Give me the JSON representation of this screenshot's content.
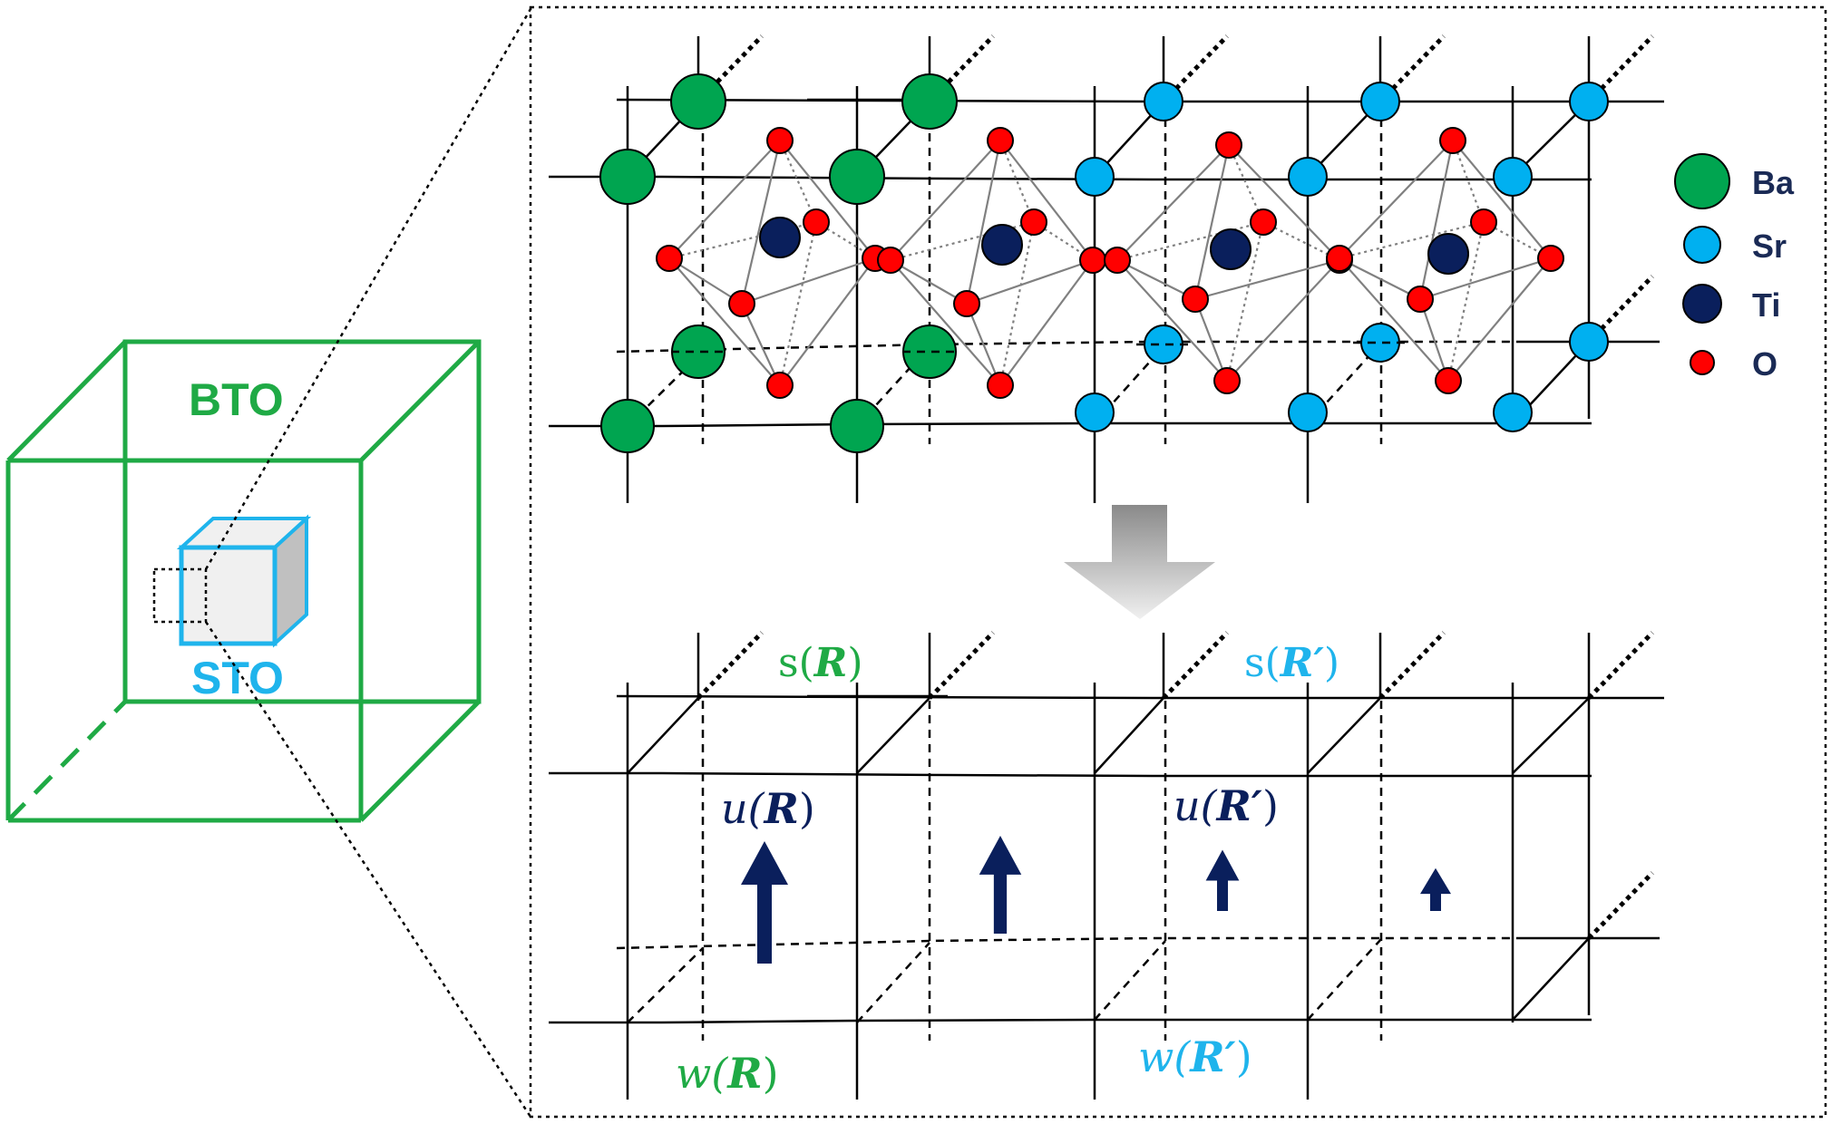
{
  "colors": {
    "ba": "#00a550",
    "sr": "#00b0f0",
    "ti": "#0a1f5c",
    "o": "#ff0000",
    "bto": "#1faa45",
    "sto": "#1fb4ec",
    "arrow": "#0a1f5c",
    "line": "#000000",
    "octa": "#808080"
  },
  "left_panel": {
    "bto_label": "BTO",
    "sto_label": "STO"
  },
  "legend": [
    {
      "symbol": "Ba",
      "label": "Ba",
      "color": "#00a550"
    },
    {
      "symbol": "Sr",
      "label": "Sr",
      "color": "#00b0f0"
    },
    {
      "symbol": "Ti",
      "label": "Ti",
      "color": "#0a1f5c"
    },
    {
      "symbol": "O",
      "label": "O",
      "color": "#ff0000"
    }
  ],
  "lower_labels": {
    "s_R": {
      "prefix": "s(",
      "var": "R",
      "suffix": ")"
    },
    "s_Rp": {
      "prefix": "s(",
      "var": "R′",
      "suffix": ")"
    },
    "u_R": {
      "prefix": "u(",
      "var": "R",
      "suffix": ")"
    },
    "u_Rp": {
      "prefix": "u(",
      "var": "R′",
      "suffix": ")"
    },
    "w_R": {
      "prefix": "w(",
      "var": "R",
      "suffix": ")"
    },
    "w_Rp": {
      "prefix": "w(",
      "var": "R′",
      "suffix": ")"
    }
  },
  "polarization_arrows": [
    {
      "cell": "R",
      "relative_length": 1.0
    },
    {
      "cell": "BTO-2",
      "relative_length": 0.8
    },
    {
      "cell": "R′",
      "relative_length": 0.5
    },
    {
      "cell": "STO-2",
      "relative_length": 0.35
    }
  ]
}
